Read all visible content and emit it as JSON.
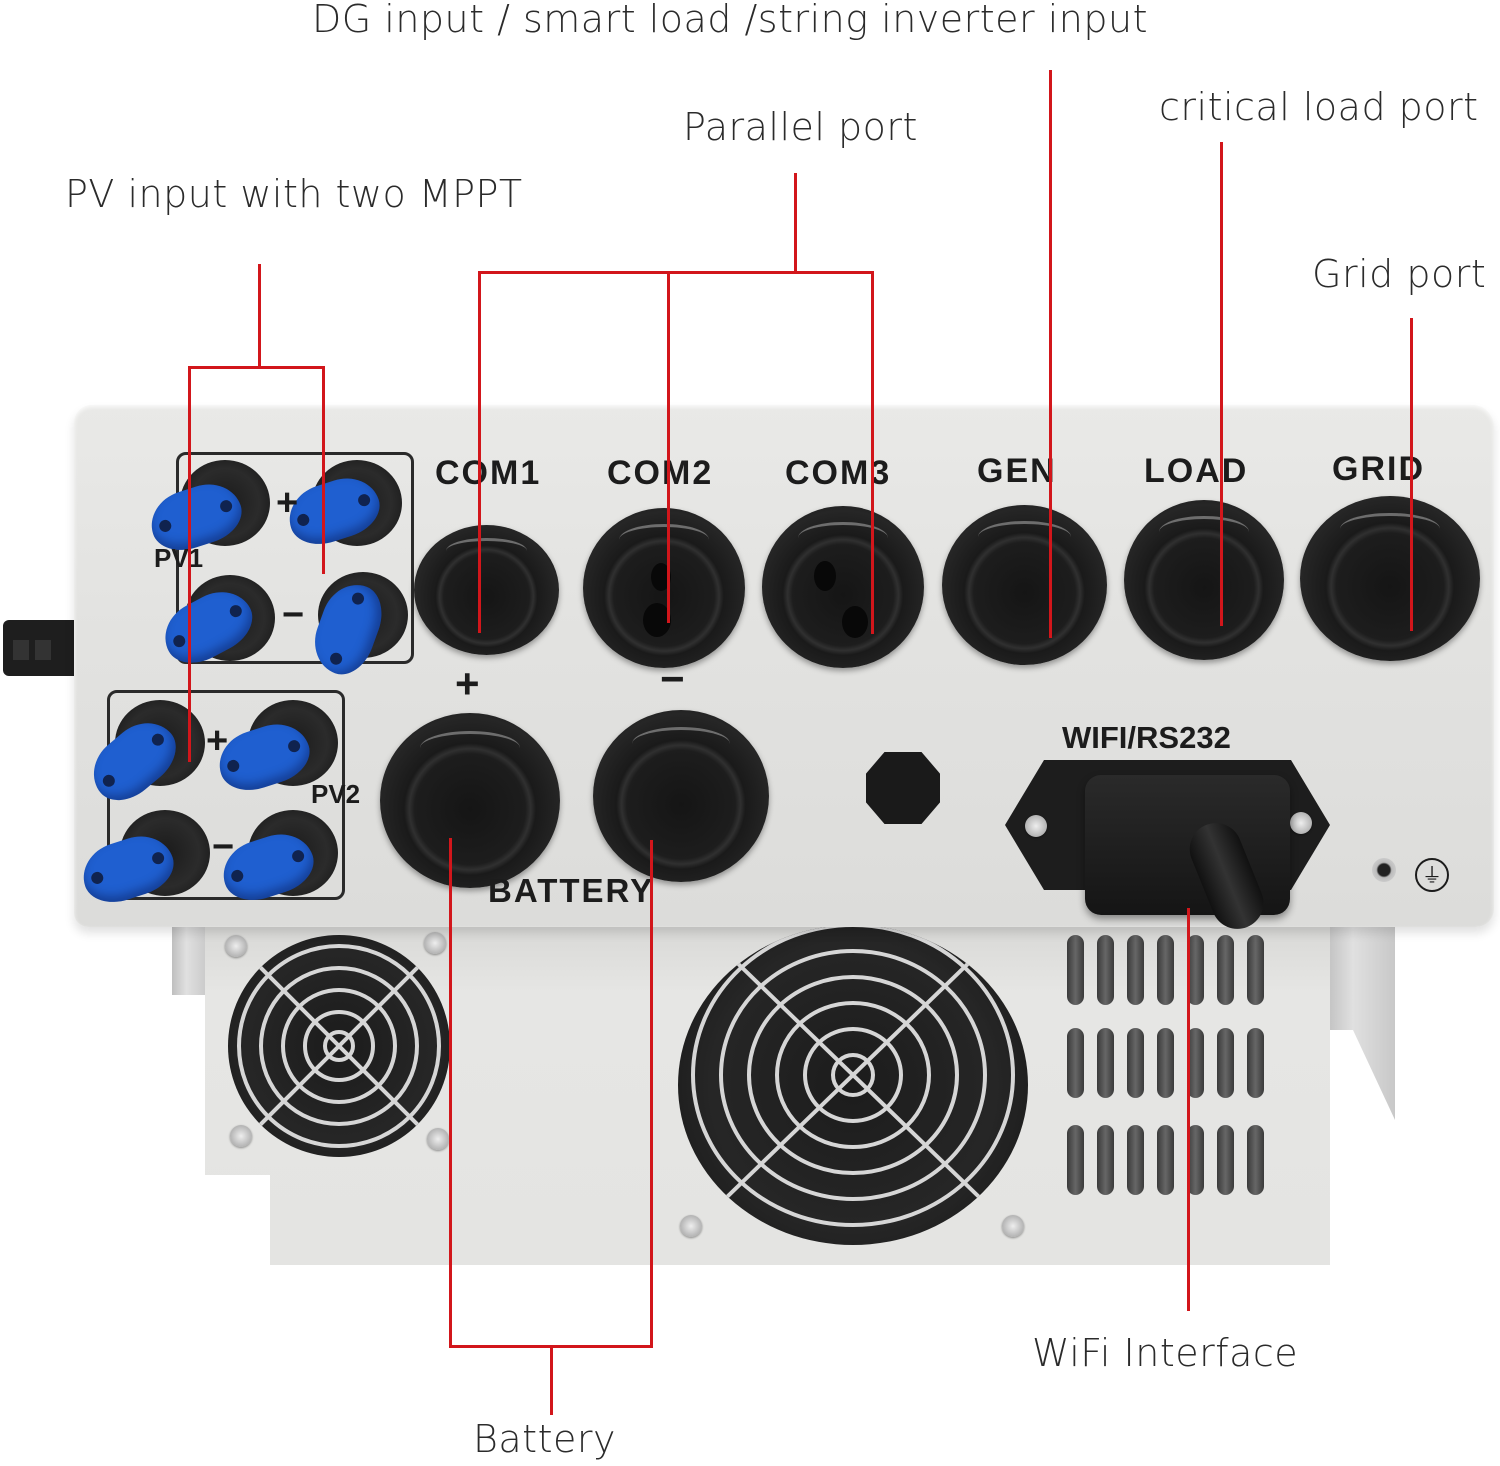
{
  "callouts": {
    "dg_input": "DG input / smart load /string inverter input",
    "parallel_port": "Parallel port",
    "critical_load_port": "critical load port",
    "pv_input": "PV input with two MPPT",
    "grid_port": "Grid port",
    "wifi_interface": "WiFi Interface",
    "battery": "Battery"
  },
  "panel_labels": {
    "com1": "COM1",
    "com2": "COM2",
    "com3": "COM3",
    "gen": "GEN",
    "load": "LOAD",
    "grid": "GRID",
    "pv1": "PV1",
    "pv2": "PV2",
    "plus": "+",
    "minus": "−",
    "battery": "BATTERY",
    "wifi_rs232": "WIFI/RS232",
    "ground_symbol": "⏚"
  },
  "colors": {
    "callout_line": "#d2161b",
    "label_text": "#2b2b2b",
    "panel": "#e4e4e2",
    "pv_cap": "#1f5fd0",
    "gland": "#1b1b1b"
  }
}
